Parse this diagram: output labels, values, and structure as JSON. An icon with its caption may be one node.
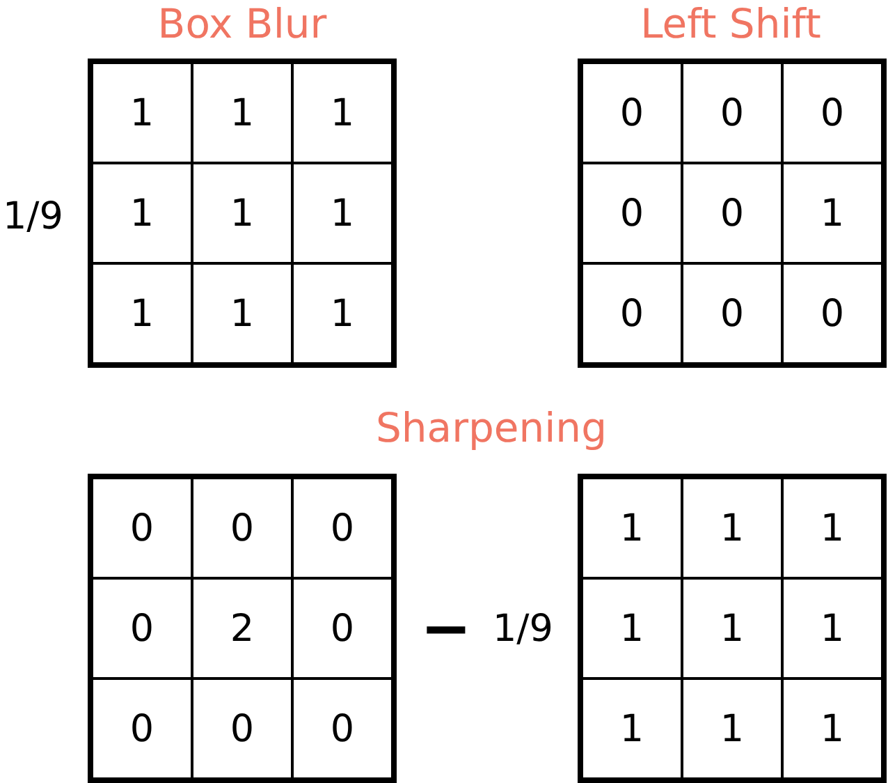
{
  "diagram": {
    "labels": [
      "Box Blur",
      "1/9",
      "1",
      "1",
      "1",
      "1",
      "1",
      "1",
      "1",
      "1",
      "1",
      "Left Shift",
      "0",
      "0",
      "0",
      "0",
      "0",
      "1",
      "0",
      "0",
      "0",
      "Sharpening",
      "0",
      "0",
      "0",
      "0",
      "2",
      "0",
      "0",
      "0",
      "0",
      "−",
      "1/9",
      "1",
      "1",
      "1",
      "1",
      "1",
      "1",
      "1",
      "1",
      "1"
    ]
  }
}
